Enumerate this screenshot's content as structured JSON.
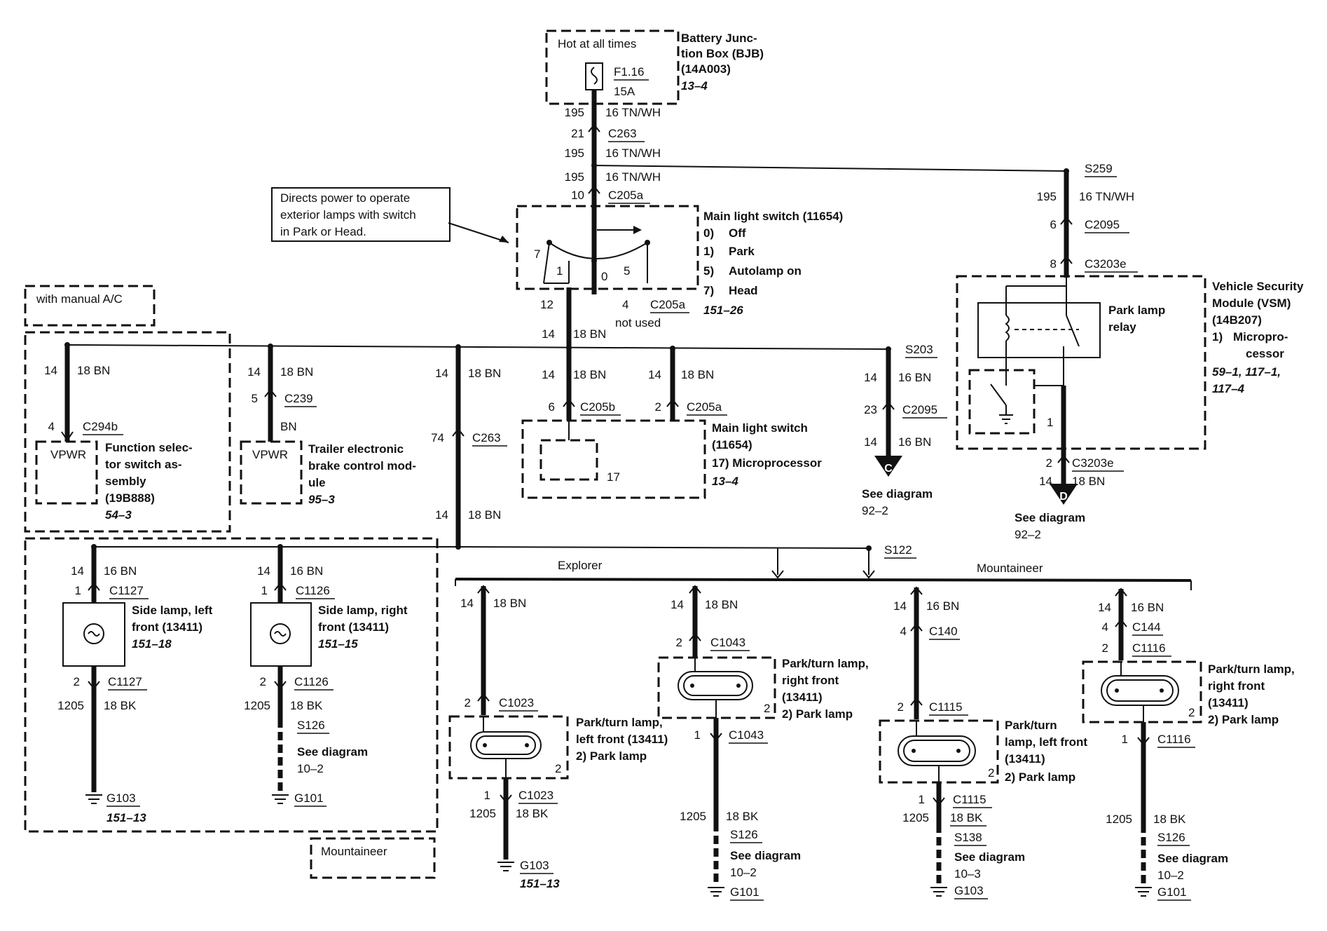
{
  "bjb": {
    "hot": "Hot at all times",
    "fuse": "F1.16",
    "amp": "15A",
    "name": [
      "Battery Junc-",
      "tion Box (BJB)",
      "(14A003)"
    ],
    "ref": "13–4"
  },
  "top_wires": [
    {
      "num": "195",
      "label": "16 TN/WH"
    },
    {
      "num": "21",
      "label": "C263"
    },
    {
      "num": "195",
      "label": "16 TN/WH"
    },
    {
      "num": "195",
      "label": "16 TN/WH"
    },
    {
      "num": "10",
      "label": "C205a"
    }
  ],
  "note": [
    "Directs power to operate",
    "exterior lamps with switch",
    "in Park or Head."
  ],
  "main_switch": {
    "title": "Main light switch (11654)",
    "positions": [
      "0)",
      "Off",
      "1)",
      "Park",
      "5)",
      "Autolamp on",
      "7)",
      "Head"
    ],
    "ref": "151–26",
    "pos_labels": [
      "7",
      "1",
      "0",
      "5"
    ],
    "out_left": "12",
    "out_right_num": "4",
    "out_right_conn": "C205a",
    "not_used": "not used"
  },
  "s259": {
    "splice": "S259",
    "w1_num": "195",
    "w1_label": "16 TN/WH",
    "w2_num": "6",
    "w2_label": "C2095",
    "w3_num": "8",
    "w3_label": "C3203e"
  },
  "vsm": {
    "name": [
      "Vehicle Security",
      "Module (VSM)",
      "(14B207)"
    ],
    "item_num": "1)",
    "item": [
      "Micropro-",
      "cessor"
    ],
    "refs": [
      "59–1, 117–1,",
      "117–4"
    ],
    "relay": [
      "Park lamp",
      "relay"
    ],
    "pin": "1",
    "out_num": "2",
    "out_conn": "C3203e",
    "out_wire_num": "14",
    "out_wire": "18 BN",
    "arrow": "D",
    "see": "See diagram",
    "see_ref": "92–2"
  },
  "ac_label": "with manual A/C",
  "bus": {
    "num": "14",
    "label": "18 BN"
  },
  "fss": {
    "wire_num": "14",
    "wire": "18 BN",
    "pin": "4",
    "conn": "C294b",
    "vpwr": "VPWR",
    "name": [
      "Function selec-",
      "tor switch as-",
      "sembly",
      "(19B888)"
    ],
    "ref": "54–3"
  },
  "tebc": {
    "wire_num": "14",
    "wire": "18 BN",
    "pin": "5",
    "conn": "C239",
    "bn": "BN",
    "vpwr": "VPWR",
    "name": [
      "Trailer electronic",
      "brake control mod-",
      "ule"
    ],
    "ref": "95–3"
  },
  "mid_c263": {
    "w1_num": "14",
    "w1": "18 BN",
    "num": "74",
    "conn": "C263",
    "w2_num": "14",
    "w2": "18 BN"
  },
  "ls2": {
    "w1_num": "14",
    "w1": "18 BN",
    "w2_num": "14",
    "w2": "18 BN",
    "pin_a": "6",
    "conn_a": "C205b",
    "pin_b": "2",
    "conn_b": "C205a",
    "pin_inner": "17",
    "name": [
      "Main light switch",
      "(11654)",
      "17) Microprocessor"
    ],
    "ref": "13–4"
  },
  "s203": {
    "splice": "S203",
    "w1_num": "14",
    "w1": "16 BN",
    "num": "23",
    "conn": "C2095",
    "w2_num": "14",
    "w2": "16 BN",
    "arrow": "C",
    "see": "See diagram",
    "see_ref": "92–2"
  },
  "side_left": {
    "w_num": "14",
    "w": "16 BN",
    "pin1": "1",
    "conn1": "C1127",
    "name": [
      "Side lamp, left",
      "front (13411)"
    ],
    "ref": "151–18",
    "pin2": "2",
    "conn2": "C1127",
    "gnd_num": "1205",
    "gnd_wire": "18 BK",
    "ground": "G103",
    "gref": "151–13"
  },
  "side_right": {
    "w_num": "14",
    "w": "16 BN",
    "pin1": "1",
    "conn1": "C1126",
    "name": [
      "Side lamp, right",
      "front (13411)"
    ],
    "ref": "151–15",
    "pin2": "2",
    "conn2": "C1126",
    "gnd_num": "1205",
    "gnd_wire": "18 BK",
    "splice": "S126",
    "see": "See diagram",
    "see_ref": "10–2",
    "ground": "G101"
  },
  "mountaineer_box": "Mountaineer",
  "s122": {
    "splice": "S122",
    "explorer": "Explorer",
    "mountaineer": "Mountaineer"
  },
  "lamps": [
    {
      "w_num": "14",
      "w": "18 BN",
      "pin1": "2",
      "conn1": "C1023",
      "name": [
        "Park/turn lamp,",
        "left front (13411)",
        "2)   Park lamp"
      ],
      "pin_r": "2",
      "pin2": "1",
      "conn2": "C1023",
      "gnd_num": "1205",
      "gnd_wire": "18 BK",
      "ground": "G103",
      "gref": "151–13"
    },
    {
      "w_num": "14",
      "w": "18 BN",
      "pin1": "2",
      "conn1": "C1043",
      "name": [
        "Park/turn lamp,",
        "right front",
        "(13411)",
        "2)   Park lamp"
      ],
      "pin_r": "2",
      "pin2": "1",
      "conn2": "C1043",
      "gnd_num": "1205",
      "gnd_wire": "18 BK",
      "splice": "S126",
      "see": "See diagram",
      "see_ref": "10–2",
      "ground": "G101"
    },
    {
      "w_num": "14",
      "w": "16 BN",
      "mid_num": "4",
      "mid_conn": "C140",
      "pin1": "2",
      "conn1": "C1115",
      "name": [
        "Park/turn",
        "lamp, left front",
        "(13411)",
        "2)   Park lamp"
      ],
      "pin_r": "2",
      "pin2": "1",
      "conn2": "C1115",
      "gnd_num": "1205",
      "gnd_wire": "18 BK",
      "splice": "S138",
      "see": "See diagram",
      "see_ref": "10–3",
      "ground": "G103"
    },
    {
      "w_num": "14",
      "w": "16 BN",
      "mid_num": "4",
      "mid_conn": "C144",
      "pin1": "2",
      "conn1": "C1116",
      "name": [
        "Park/turn lamp,",
        "right front",
        "(13411)",
        "2)   Park lamp"
      ],
      "pin_r": "2",
      "pin2": "1",
      "conn2": "C1116",
      "gnd_num": "1205",
      "gnd_wire": "18 BK",
      "splice": "S126",
      "see": "See diagram",
      "see_ref": "10–2",
      "ground": "G101"
    }
  ]
}
